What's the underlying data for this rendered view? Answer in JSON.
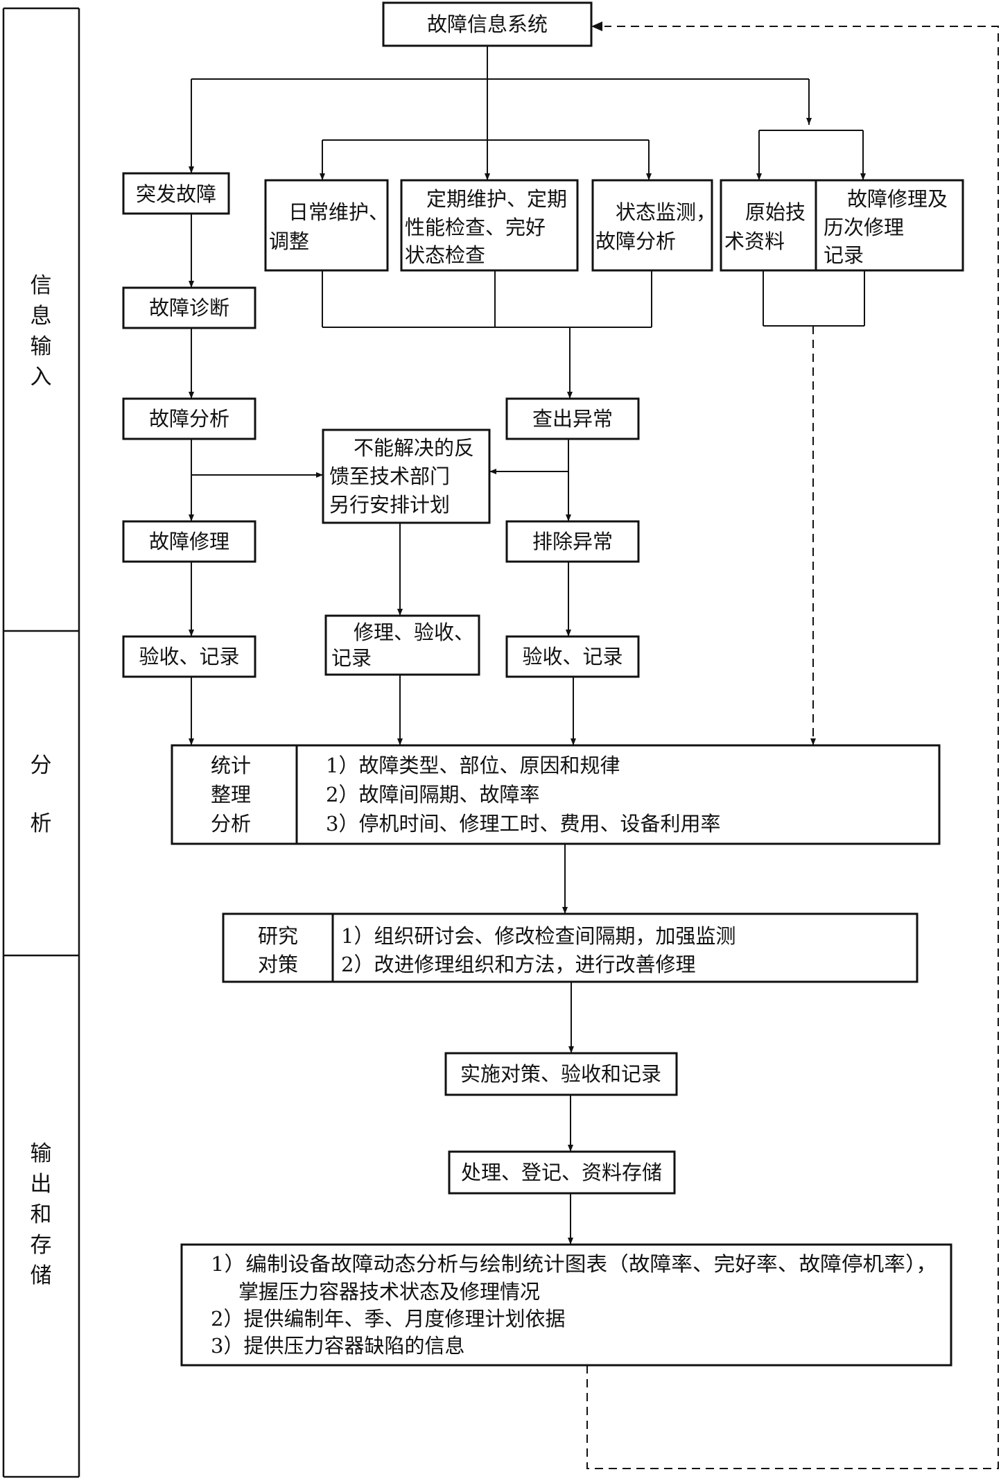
{
  "phases": {
    "input": [
      "信",
      "息",
      "输",
      "入"
    ],
    "analysis": [
      "分",
      "析"
    ],
    "output": [
      "输",
      "出",
      "和",
      "存",
      "储"
    ]
  },
  "nodes": {
    "system": "故障信息系统",
    "sudden": "突发故障",
    "daily": [
      "日常维护、",
      "调整"
    ],
    "periodic": [
      "定期维护、定期",
      "性能检查、完好",
      "状态检查"
    ],
    "monitor": [
      "状态监测，",
      "故障分析"
    ],
    "original": [
      "原始技",
      "术资料"
    ],
    "history": [
      "故障修理及",
      "历次修理",
      "记录"
    ],
    "diagnosis": "故障诊断",
    "fault_analysis": "故障分析",
    "find_abnormal": "查出异常",
    "feedback": [
      "不能解决的反",
      "馈至技术部门",
      "另行安排计划"
    ],
    "repair": "故障修理",
    "eliminate": "排除异常",
    "accept1": "验收、记录",
    "repair_accept": [
      "修理、验收、",
      "记录"
    ],
    "accept2": "验收、记录",
    "implement": "实施对策、验收和记录",
    "process": "处理、登记、资料存储"
  },
  "stats": {
    "label": [
      "统计",
      "整理",
      "分析"
    ],
    "items": [
      "1）故障类型、部位、原因和规律",
      "2）故障间隔期、故障率",
      "3）停机时间、修理工时、费用、设备利用率"
    ]
  },
  "study": {
    "label": [
      "研究",
      "对策"
    ],
    "items": [
      "1）组织研讨会、修改检查间隔期，加强监测",
      "2）改进修理组织和方法，进行改善修理"
    ]
  },
  "output": {
    "items": [
      "1）编制设备故障动态分析与绘制统计图表（故障率、完好率、故障停机率），",
      "掌握压力容器技术状态及修理情况",
      "2）提供编制年、季、月度修理计划依据",
      "3）提供压力容器缺陷的信息"
    ]
  },
  "colors": {
    "line": "#111111",
    "background": "#ffffff"
  }
}
